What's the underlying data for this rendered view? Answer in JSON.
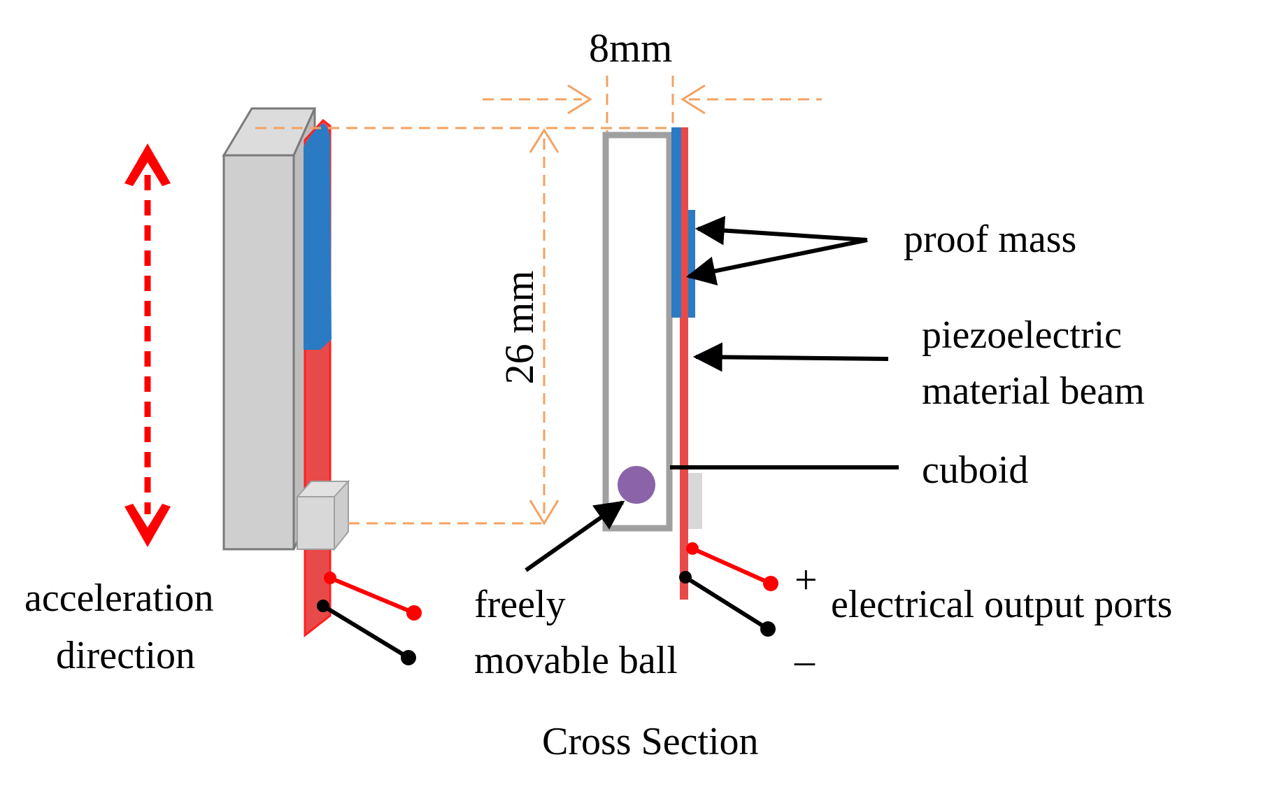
{
  "labels": {
    "width_dim": "8mm",
    "height_dim": "26 mm",
    "proof_mass": "proof mass",
    "piezo_line1": "piezoelectric",
    "piezo_line2": "material beam",
    "cuboid": "cuboid",
    "ball_line1": "freely",
    "ball_line2": "movable ball",
    "accel_line1": "acceleration",
    "accel_line2": "direction",
    "plus": "+",
    "minus": "–",
    "ports": "electrical output ports",
    "cross_section": "Cross Section"
  },
  "colors": {
    "block_fill": "#cfcfcf",
    "block_stroke": "#7a7a7a",
    "piezo_beam": "#e84a4a",
    "proof_mass": "#2a7bc4",
    "dimension_lines": "#f4a261",
    "arrow_red": "#ff0000",
    "ball": "#8b63a8",
    "cuboid_outline": "#a0a0a0",
    "leads_positive": "#ff0000",
    "leads_negative": "#000000"
  }
}
